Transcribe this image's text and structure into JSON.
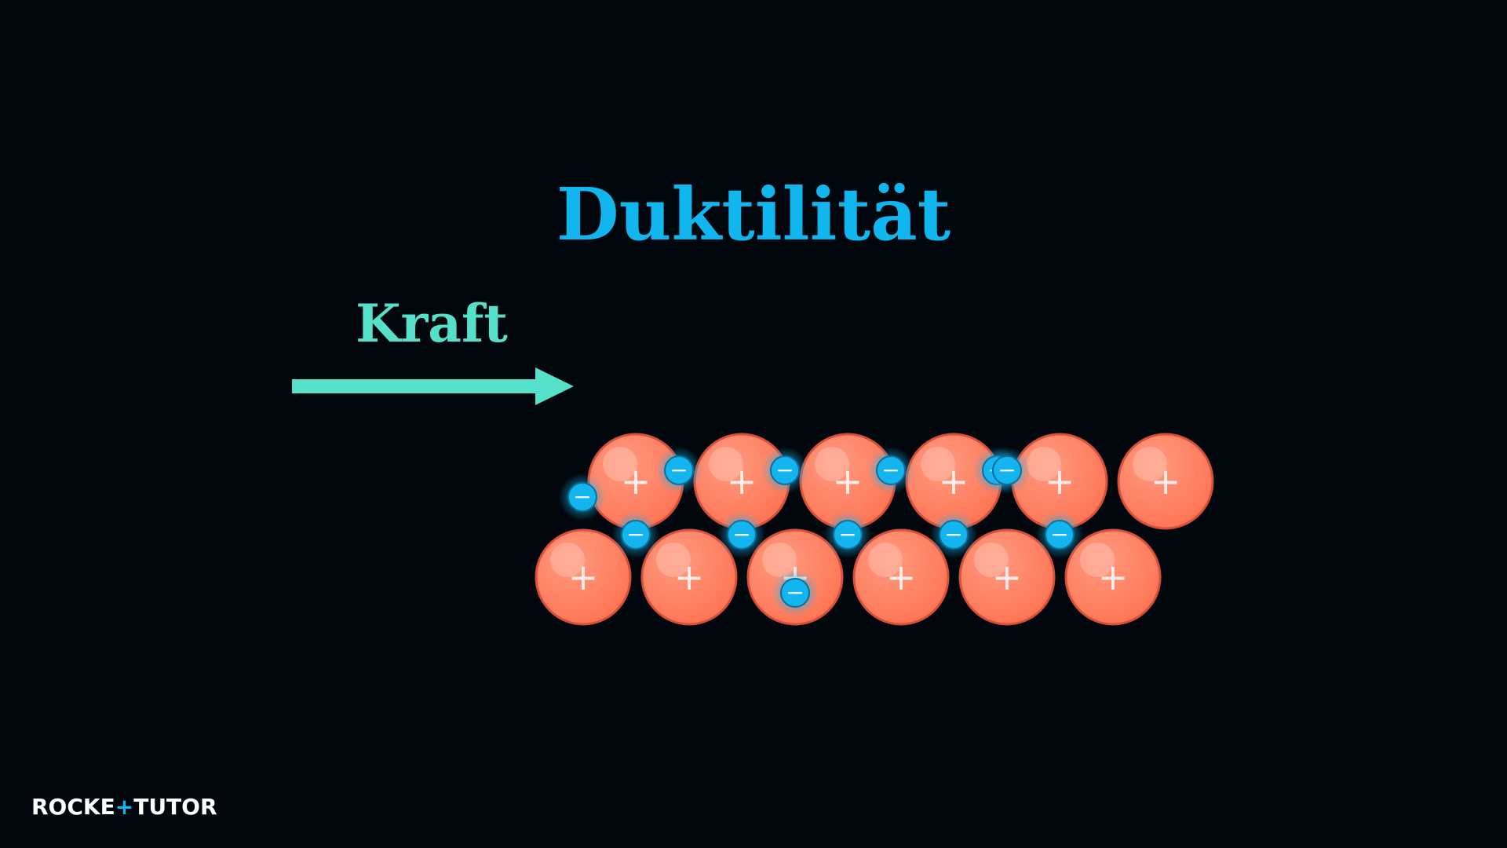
{
  "title": "Duktilität",
  "force_label": "Kraft",
  "cation_symbol": "+",
  "electron_symbol": "−",
  "logo": {
    "part1": "ROCKE",
    "plus": "+",
    "part2": "TUTOR"
  },
  "colors": {
    "background": "#02070d",
    "title": "#12b6ef",
    "force": "#56e0c9",
    "cation_fill": "#ff7a5c",
    "cation_edge": "#d9503a",
    "electron_fill": "#14b4ee",
    "electron_edge": "#0b6f9e",
    "logo": "#ffffff",
    "logo_plus": "#12b6ef"
  },
  "icons": {
    "force_arrow": "right-arrow-icon",
    "cation": "positive-ion-icon",
    "electron": "electron-icon"
  }
}
